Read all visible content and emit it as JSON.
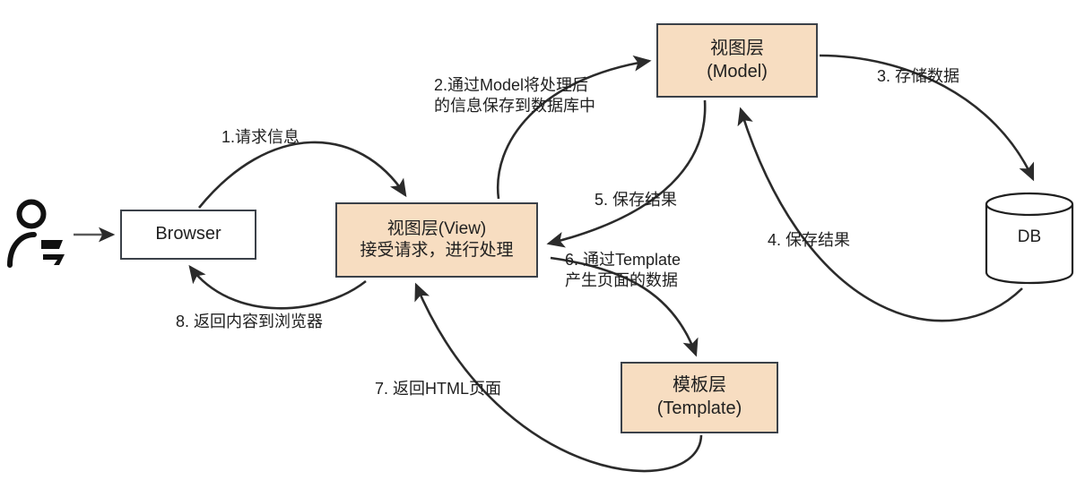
{
  "diagram": {
    "title": "Django MVT Request Flow",
    "colors": {
      "node_fill": "#f7ddc1",
      "node_stroke": "#3b4149",
      "plain_fill": "#ffffff",
      "edge_stroke": "#2b2b2b",
      "text": "#1f1f1f",
      "background": "#ffffff"
    }
  },
  "nodes": {
    "actor": {
      "name": "actor",
      "label": ""
    },
    "browser": {
      "label": "Browser"
    },
    "view": {
      "line1": "视图层(View)",
      "line2": "接受请求，进行处理"
    },
    "model": {
      "line1": "视图层",
      "line2": "(Model)"
    },
    "template": {
      "line1": "模板层",
      "line2": "(Template)"
    },
    "db": {
      "label": "DB"
    }
  },
  "edges": [
    {
      "id": 1,
      "line1": "1.请求信息",
      "line2": "",
      "from": "browser",
      "to": "view"
    },
    {
      "id": 2,
      "line1": "2.通过Model将处理后",
      "line2": "的信息保存到数据库中",
      "from": "view",
      "to": "model"
    },
    {
      "id": 3,
      "line1": "3. 存储数据",
      "line2": "",
      "from": "model",
      "to": "db"
    },
    {
      "id": 4,
      "line1": "4. 保存结果",
      "line2": "",
      "from": "db",
      "to": "model"
    },
    {
      "id": 5,
      "line1": "5. 保存结果",
      "line2": "",
      "from": "model",
      "to": "view"
    },
    {
      "id": 6,
      "line1": "6. 通过Template",
      "line2": "产生页面的数据",
      "from": "view",
      "to": "template"
    },
    {
      "id": 7,
      "line1": "7. 返回HTML页面",
      "line2": "",
      "from": "template",
      "to": "view"
    },
    {
      "id": 8,
      "line1": "8. 返回内容到浏览器",
      "line2": "",
      "from": "view",
      "to": "browser"
    }
  ]
}
